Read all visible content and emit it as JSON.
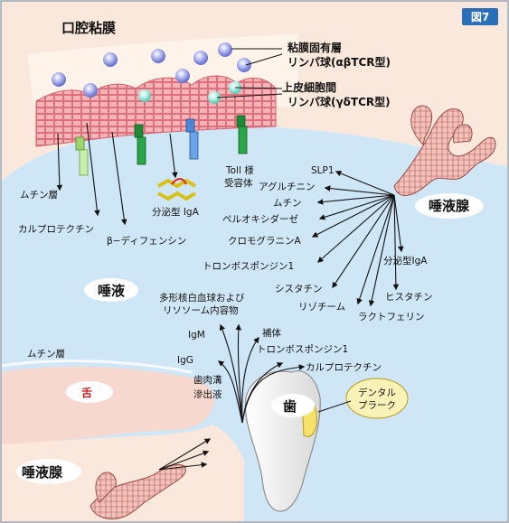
{
  "figure_badge": "図7",
  "labels": {
    "oral_mucosa": "口腔粘膜",
    "lamina_propria_line1": "粘膜固有層",
    "lamina_propria_line2": "リンパ球(αβTCR型)",
    "intraepithelial_line1": "上皮細胞間",
    "intraepithelial_line2": "リンパ球(γδTCR型)",
    "mucin_layer_top": "ムチン層",
    "calprotectin_left": "カルプロテクチン",
    "beta_defensin": "β−ディフェンシン",
    "secretory_iga_center": "分泌型 IgA",
    "toll_line1": "Toll 様",
    "toll_line2": "受容体",
    "salivary_gland_top": "唾液腺",
    "saliva": "唾液",
    "mucin_layer_bottom": "ムチン層",
    "tongue": "舌",
    "salivary_gland_bottom": "唾液腺",
    "pmn_line1": "多形核白血球および",
    "pmn_line2": "リソソーム内容物",
    "igm": "IgM",
    "igg": "IgG",
    "complement": "補体",
    "thrombospondin_lower": "トロンボスポンジン1",
    "calprotectin_right": "カルプロテクチン",
    "gcf_line1": "歯肉溝",
    "gcf_line2": "滲出液",
    "tooth": "歯",
    "plaque_line1": "デンタル",
    "plaque_line2": "プラーク"
  },
  "saliva_factors": [
    "SLP1",
    "アグルチニン",
    "ムチン",
    "ペルオキシダーゼ",
    "クロモグラニンA",
    "トロンボスポンジン1",
    "シスタチン",
    "リゾチーム",
    "ラクトフェリン",
    "ヒスタチン",
    "分泌型IgA"
  ],
  "colors": {
    "saliva_blue": "#cfe6f7",
    "mucosa_peach": "#fbe8dc",
    "epithelium_pink": "#f2a0a8",
    "tongue_pink": "#f7d8cf",
    "tooth": "#f7f7f7",
    "plaque_yellow": "#f6e26a",
    "badge_blue": "#2a6fb8",
    "tongue_text_red": "#d21e1e"
  }
}
